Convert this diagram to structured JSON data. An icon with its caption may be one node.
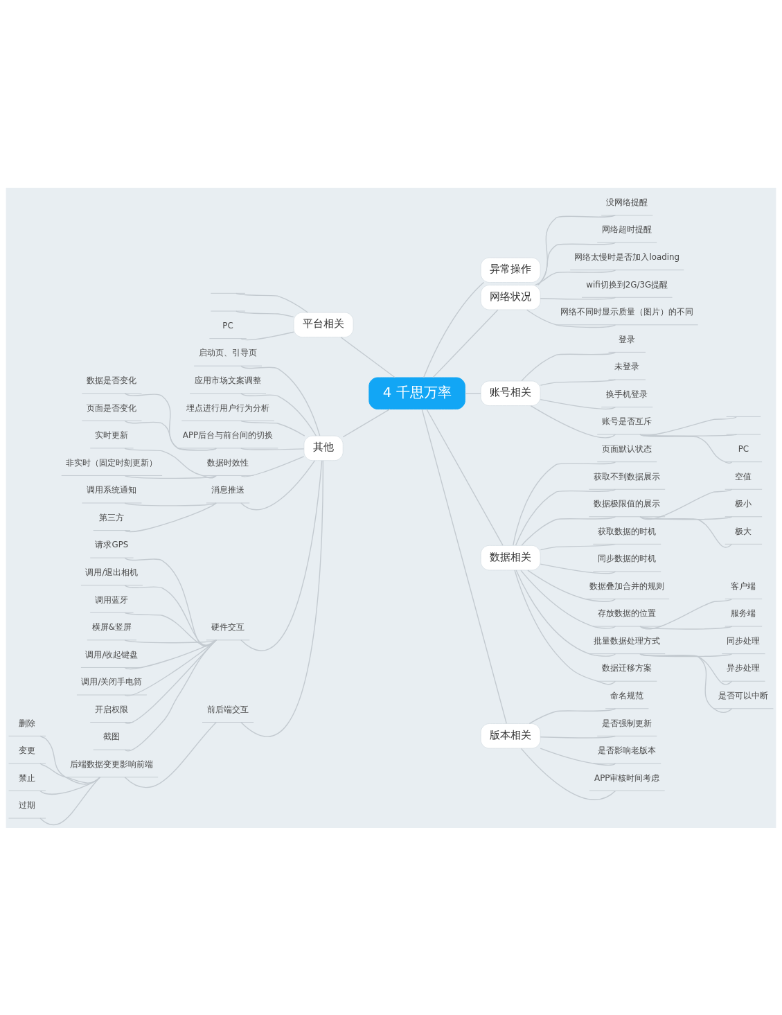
{
  "diagram": {
    "nodes": [
      {
        "text": [
          "4 千思万率"
        ]
      },
      {
        "text": [
          "异常操作"
        ]
      },
      {
        "text": [
          "网络状况"
        ]
      },
      {
        "text": [
          "没网络提醒"
        ]
      },
      {
        "text": [
          "网络超时提醒"
        ]
      },
      {
        "text": [
          "网络太慢时是否加入loading"
        ]
      },
      {
        "text": [
          "wifi切换到2G/3G提醒"
        ]
      },
      {
        "text": [
          "网络不同时显示质量（图片）的不同"
        ]
      },
      {
        "text": [
          "账号相关"
        ]
      },
      {
        "text": [
          "登录"
        ]
      },
      {
        "text": [
          "未登录"
        ]
      },
      {
        "text": [
          "换手机登录"
        ]
      },
      {
        "text": [
          "账号是否互斥"
        ]
      },
      {
        "text": [],
        "shape": "underline"
      },
      {
        "text": [],
        "shape": "underline"
      },
      {
        "text": [
          "PC"
        ]
      },
      {
        "text": [
          "数据相关"
        ]
      },
      {
        "text": [
          "页面默认状态"
        ]
      },
      {
        "text": [
          "获取不到数据展示"
        ]
      },
      {
        "text": [
          "数据极限值的展示"
        ]
      },
      {
        "text": [
          "空值"
        ]
      },
      {
        "text": [
          "极小"
        ]
      },
      {
        "text": [
          "极大"
        ]
      },
      {
        "text": [
          "获取数据的时机"
        ]
      },
      {
        "text": [
          "同步数据的时机"
        ]
      },
      {
        "text": [
          "数据叠加合并的规则"
        ]
      },
      {
        "text": [
          "存放数据的位置"
        ]
      },
      {
        "text": [
          "客户端"
        ]
      },
      {
        "text": [
          "服务端"
        ]
      },
      {
        "text": [
          "批量数据处理方式"
        ]
      },
      {
        "text": [
          "同步处理"
        ]
      },
      {
        "text": [
          "异步处理"
        ]
      },
      {
        "text": [
          "是否可以中断"
        ]
      },
      {
        "text": [
          "数据迁移方案"
        ]
      },
      {
        "text": [
          "版本相关"
        ]
      },
      {
        "text": [
          "命名规范"
        ]
      },
      {
        "text": [
          "是否强制更新"
        ]
      },
      {
        "text": [
          "是否影响老版本"
        ]
      },
      {
        "text": [
          "APP审核时间考虑"
        ]
      },
      {
        "text": [
          "平台相关"
        ]
      },
      {
        "text": [],
        "shape": "underline"
      },
      {
        "text": [],
        "shape": "underline"
      },
      {
        "text": [
          "PC"
        ]
      },
      {
        "text": [
          "其他"
        ]
      },
      {
        "text": [
          "启动页、引导页"
        ]
      },
      {
        "text": [
          "应用市场文案调整"
        ]
      },
      {
        "text": [
          "埋点进行用户行为分析"
        ]
      },
      {
        "text": [
          "APP后台与前台间的切换"
        ]
      },
      {
        "text": [
          "数据是否变化"
        ]
      },
      {
        "text": [
          "页面是否变化"
        ]
      },
      {
        "text": [
          "数据时效性"
        ]
      },
      {
        "text": [
          "实时更新"
        ]
      },
      {
        "text": [
          "非实时（固定时刻更新）"
        ]
      },
      {
        "text": [
          "消息推送"
        ]
      },
      {
        "text": [
          "调用系统通知"
        ]
      },
      {
        "text": [
          "第三方"
        ]
      },
      {
        "text": [
          "硬件交互"
        ]
      },
      {
        "text": [
          "请求GPS"
        ]
      },
      {
        "text": [
          "调用/退出相机"
        ]
      },
      {
        "text": [
          "调用蓝牙"
        ]
      },
      {
        "text": [
          "横屏&竖屏"
        ]
      },
      {
        "text": [
          "调用/收起键盘"
        ]
      },
      {
        "text": [
          "调用/关闭手电筒"
        ]
      },
      {
        "text": [
          "开启权限"
        ]
      },
      {
        "text": [
          "截图"
        ]
      },
      {
        "text": [
          "前后端交互"
        ]
      },
      {
        "text": [
          "后端数据变更影响前端"
        ]
      },
      {
        "text": [
          "删除"
        ]
      },
      {
        "text": [
          "变更"
        ]
      },
      {
        "text": [
          "禁止"
        ]
      },
      {
        "text": [
          "过期"
        ]
      }
    ],
    "edges": [
      {
        "from": 0,
        "to": 1,
        "arrow": "none"
      },
      {
        "from": 0,
        "to": 2,
        "arrow": "none"
      },
      {
        "from": 2,
        "to": 3,
        "arrow": "none"
      },
      {
        "from": 2,
        "to": 4,
        "arrow": "none"
      },
      {
        "from": 2,
        "to": 5,
        "arrow": "none"
      },
      {
        "from": 2,
        "to": 6,
        "arrow": "none"
      },
      {
        "from": 2,
        "to": 7,
        "arrow": "none"
      },
      {
        "from": 0,
        "to": 8,
        "arrow": "none"
      },
      {
        "from": 8,
        "to": 9,
        "arrow": "none"
      },
      {
        "from": 8,
        "to": 10,
        "arrow": "none"
      },
      {
        "from": 8,
        "to": 11,
        "arrow": "none"
      },
      {
        "from": 8,
        "to": 12,
        "arrow": "none"
      },
      {
        "from": 12,
        "to": 13,
        "arrow": "none"
      },
      {
        "from": 12,
        "to": 14,
        "arrow": "none"
      },
      {
        "from": 12,
        "to": 15,
        "arrow": "none"
      },
      {
        "from": 0,
        "to": 16,
        "arrow": "none"
      },
      {
        "from": 16,
        "to": 17,
        "arrow": "none"
      },
      {
        "from": 16,
        "to": 18,
        "arrow": "none"
      },
      {
        "from": 16,
        "to": 19,
        "arrow": "none"
      },
      {
        "from": 19,
        "to": 20,
        "arrow": "none"
      },
      {
        "from": 19,
        "to": 21,
        "arrow": "none"
      },
      {
        "from": 19,
        "to": 22,
        "arrow": "none"
      },
      {
        "from": 16,
        "to": 23,
        "arrow": "none"
      },
      {
        "from": 16,
        "to": 24,
        "arrow": "none"
      },
      {
        "from": 16,
        "to": 25,
        "arrow": "none"
      },
      {
        "from": 16,
        "to": 26,
        "arrow": "none"
      },
      {
        "from": 26,
        "to": 27,
        "arrow": "none"
      },
      {
        "from": 26,
        "to": 28,
        "arrow": "none"
      },
      {
        "from": 16,
        "to": 29,
        "arrow": "none"
      },
      {
        "from": 29,
        "to": 30,
        "arrow": "none"
      },
      {
        "from": 29,
        "to": 31,
        "arrow": "none"
      },
      {
        "from": 29,
        "to": 32,
        "arrow": "none"
      },
      {
        "from": 16,
        "to": 33,
        "arrow": "none"
      },
      {
        "from": 0,
        "to": 34,
        "arrow": "none"
      },
      {
        "from": 34,
        "to": 35,
        "arrow": "none"
      },
      {
        "from": 34,
        "to": 36,
        "arrow": "none"
      },
      {
        "from": 34,
        "to": 37,
        "arrow": "none"
      },
      {
        "from": 34,
        "to": 38,
        "arrow": "none"
      },
      {
        "from": 39,
        "to": 0,
        "arrow": "none"
      },
      {
        "from": 40,
        "to": 39,
        "arrow": "none"
      },
      {
        "from": 41,
        "to": 39,
        "arrow": "none"
      },
      {
        "from": 42,
        "to": 39,
        "arrow": "none"
      },
      {
        "from": 43,
        "to": 0,
        "arrow": "none"
      },
      {
        "from": 44,
        "to": 43,
        "arrow": "none"
      },
      {
        "from": 45,
        "to": 43,
        "arrow": "none"
      },
      {
        "from": 46,
        "to": 43,
        "arrow": "none"
      },
      {
        "from": 47,
        "to": 43,
        "arrow": "none"
      },
      {
        "from": 48,
        "to": 47,
        "arrow": "none"
      },
      {
        "from": 49,
        "to": 47,
        "arrow": "none"
      },
      {
        "from": 50,
        "to": 43,
        "arrow": "none"
      },
      {
        "from": 51,
        "to": 50,
        "arrow": "none"
      },
      {
        "from": 52,
        "to": 50,
        "arrow": "none"
      },
      {
        "from": 53,
        "to": 43,
        "arrow": "none"
      },
      {
        "from": 54,
        "to": 53,
        "arrow": "none"
      },
      {
        "from": 55,
        "to": 53,
        "arrow": "none"
      },
      {
        "from": 56,
        "to": 43,
        "arrow": "none"
      },
      {
        "from": 57,
        "to": 56,
        "arrow": "none"
      },
      {
        "from": 58,
        "to": 56,
        "arrow": "none"
      },
      {
        "from": 59,
        "to": 56,
        "arrow": "none"
      },
      {
        "from": 60,
        "to": 56,
        "arrow": "none"
      },
      {
        "from": 61,
        "to": 56,
        "arrow": "none"
      },
      {
        "from": 62,
        "to": 56,
        "arrow": "none"
      },
      {
        "from": 63,
        "to": 56,
        "arrow": "none"
      },
      {
        "from": 64,
        "to": 56,
        "arrow": "none"
      },
      {
        "from": 65,
        "to": 43,
        "arrow": "none"
      },
      {
        "from": 66,
        "to": 65,
        "arrow": "none"
      },
      {
        "from": 67,
        "to": 66,
        "arrow": "none"
      },
      {
        "from": 68,
        "to": 66,
        "arrow": "none"
      },
      {
        "from": 69,
        "to": 66,
        "arrow": "none"
      },
      {
        "from": 70,
        "to": 66,
        "arrow": "none"
      }
    ]
  }
}
